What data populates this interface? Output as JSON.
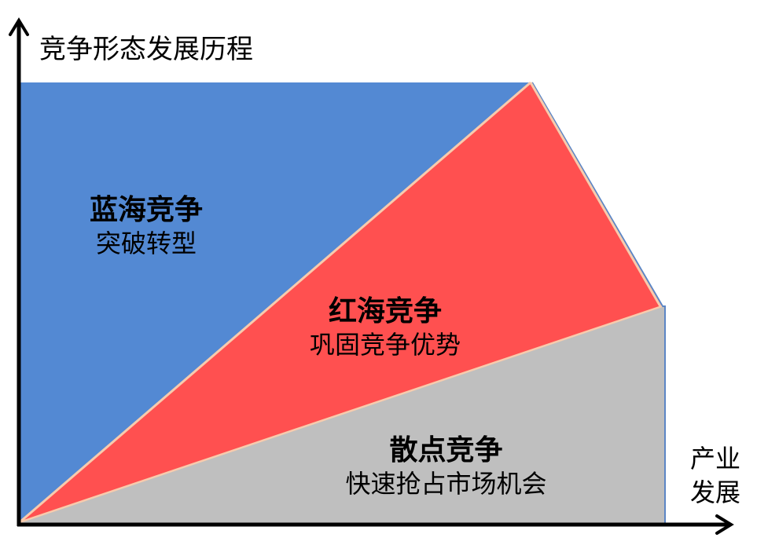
{
  "axes": {
    "y_label": "竞争形态发展历程",
    "x_label_line1": "产业",
    "x_label_line2": "发展"
  },
  "regions": [
    {
      "id": "blue-ocean",
      "title": "蓝海竞争",
      "subtitle": "突破转型",
      "color": "#5389D3"
    },
    {
      "id": "red-ocean",
      "title": "红海竞争",
      "subtitle": "巩固竞争优势",
      "color": "#FF5050"
    },
    {
      "id": "scattered",
      "title": "散点竞争",
      "subtitle": "快速抢占市场机会",
      "color": "#BFBFBF"
    }
  ],
  "colors": {
    "edge": "#F8CBAD",
    "axis": "#000000"
  }
}
